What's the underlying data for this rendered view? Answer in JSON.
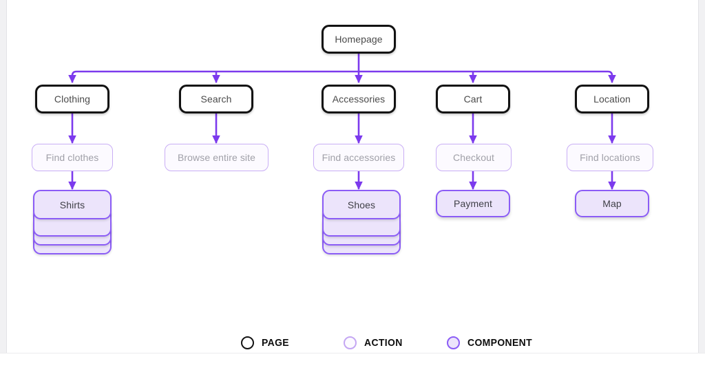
{
  "diagram": {
    "type": "sitemap",
    "root": {
      "id": "homepage",
      "label": "Homepage",
      "kind": "page"
    },
    "branches": [
      {
        "page": {
          "id": "clothing",
          "label": "Clothing",
          "kind": "page"
        },
        "action": {
          "id": "find-clothes",
          "label": "Find clothes",
          "kind": "action"
        },
        "component": {
          "id": "shirts",
          "label": "Shirts",
          "kind": "component",
          "stacked": true,
          "layers": 4
        }
      },
      {
        "page": {
          "id": "search",
          "label": "Search",
          "kind": "page"
        },
        "action": {
          "id": "browse-entire-site",
          "label": "Browse entire site",
          "kind": "action"
        },
        "component": null
      },
      {
        "page": {
          "id": "accessories",
          "label": "Accessories",
          "kind": "page"
        },
        "action": {
          "id": "find-accessories",
          "label": "Find accessories",
          "kind": "action"
        },
        "component": {
          "id": "shoes",
          "label": "Shoes",
          "kind": "component",
          "stacked": true,
          "layers": 4
        }
      },
      {
        "page": {
          "id": "cart",
          "label": "Cart",
          "kind": "page"
        },
        "action": {
          "id": "checkout",
          "label": "Checkout",
          "kind": "action"
        },
        "component": {
          "id": "payment",
          "label": "Payment",
          "kind": "component",
          "stacked": false,
          "layers": 1
        }
      },
      {
        "page": {
          "id": "location",
          "label": "Location",
          "kind": "page"
        },
        "action": {
          "id": "find-locations",
          "label": "Find locations",
          "kind": "action"
        },
        "component": {
          "id": "map",
          "label": "Map",
          "kind": "component",
          "stacked": false,
          "layers": 1
        }
      }
    ]
  },
  "legend": {
    "items": [
      {
        "id": "page",
        "label": "PAGE"
      },
      {
        "id": "action",
        "label": "ACTION"
      },
      {
        "id": "component",
        "label": "COMPONENT"
      }
    ]
  },
  "colors": {
    "connector": "#7c3aed",
    "page_stroke": "#121212",
    "action_stroke": "#c9aef5",
    "action_fill": "#fcfaff",
    "action_text": "#a0a0a8",
    "component_stroke": "#8b5cf6",
    "component_fill": "#ece4fb",
    "component_text": "#3f3f46",
    "page_text": "#4a4a4a",
    "background": "#ffffff"
  }
}
